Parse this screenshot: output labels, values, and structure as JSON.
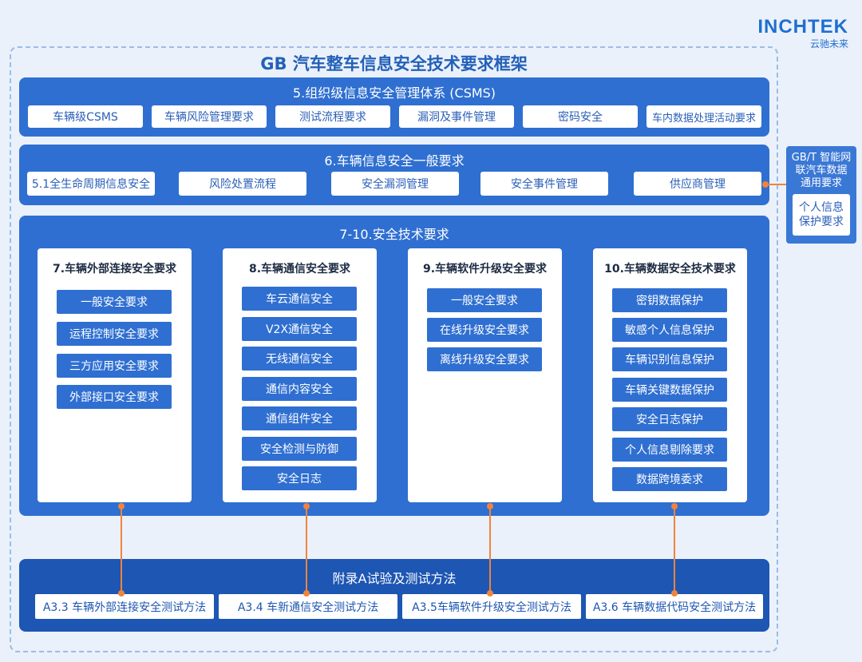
{
  "logo": {
    "brand": "INCHTEK",
    "sub": "云驰未来"
  },
  "title": "GB 汽车整车信息安全技术要求框架",
  "csms": {
    "title": "5.组织级信息安全管理体系 (CSMS)",
    "items": [
      "车辆级CSMS",
      "车辆风险管理要求",
      "测试流程要求",
      "漏洞及事件管理",
      "密码安全",
      "车内数据处理活动要求"
    ]
  },
  "general": {
    "title": "6.车辆信息安全一般要求",
    "items": [
      "5.1全生命周期信息安全",
      "风险处置流程",
      "安全漏洞管理",
      "安全事件管理",
      "供应商管理"
    ]
  },
  "side": {
    "title_lines": [
      "GB/T 智能网",
      "联汽车数据",
      "通用要求"
    ],
    "box_lines": [
      "个人信息",
      "保护要求"
    ]
  },
  "tech": {
    "title": "7-10.安全技术要求",
    "cards": [
      {
        "title": "7.车辆外部连接安全要求",
        "items": [
          "一般安全要求",
          "运程控制安全要求",
          "三方应用安全要求",
          "外部接口安全要求"
        ]
      },
      {
        "title": "8.车辆通信安全要求",
        "items": [
          "车云通信安全",
          "V2X通信安全",
          "无线通信安全",
          "通信内容安全",
          "通信组件安全",
          "安全检测与防御",
          "安全日志"
        ]
      },
      {
        "title": "9.车辆软件升级安全要求",
        "items": [
          "一般安全要求",
          "在线升级安全要求",
          "离线升级安全要求"
        ]
      },
      {
        "title": "10.车辆数据安全技术要求",
        "items": [
          "密钥数据保护",
          "敏感个人信息保护",
          "车辆识别信息保护",
          "车辆关键数据保护",
          "安全日志保护",
          "个人信息剔除要求",
          "数据跨境委求"
        ]
      }
    ]
  },
  "appendix": {
    "title": "附录A试验及测试方法",
    "items": [
      "A3.3 车辆外部连接安全测试方法",
      "A3.4 车新通信安全测试方法",
      "A3.5车辆软件升级安全测试方法",
      "A3.6 车辆数据代码安全测试方法"
    ]
  },
  "colors": {
    "band": "#2f6fd1",
    "appendix": "#1d56b3",
    "arrow": "#f0843c"
  }
}
